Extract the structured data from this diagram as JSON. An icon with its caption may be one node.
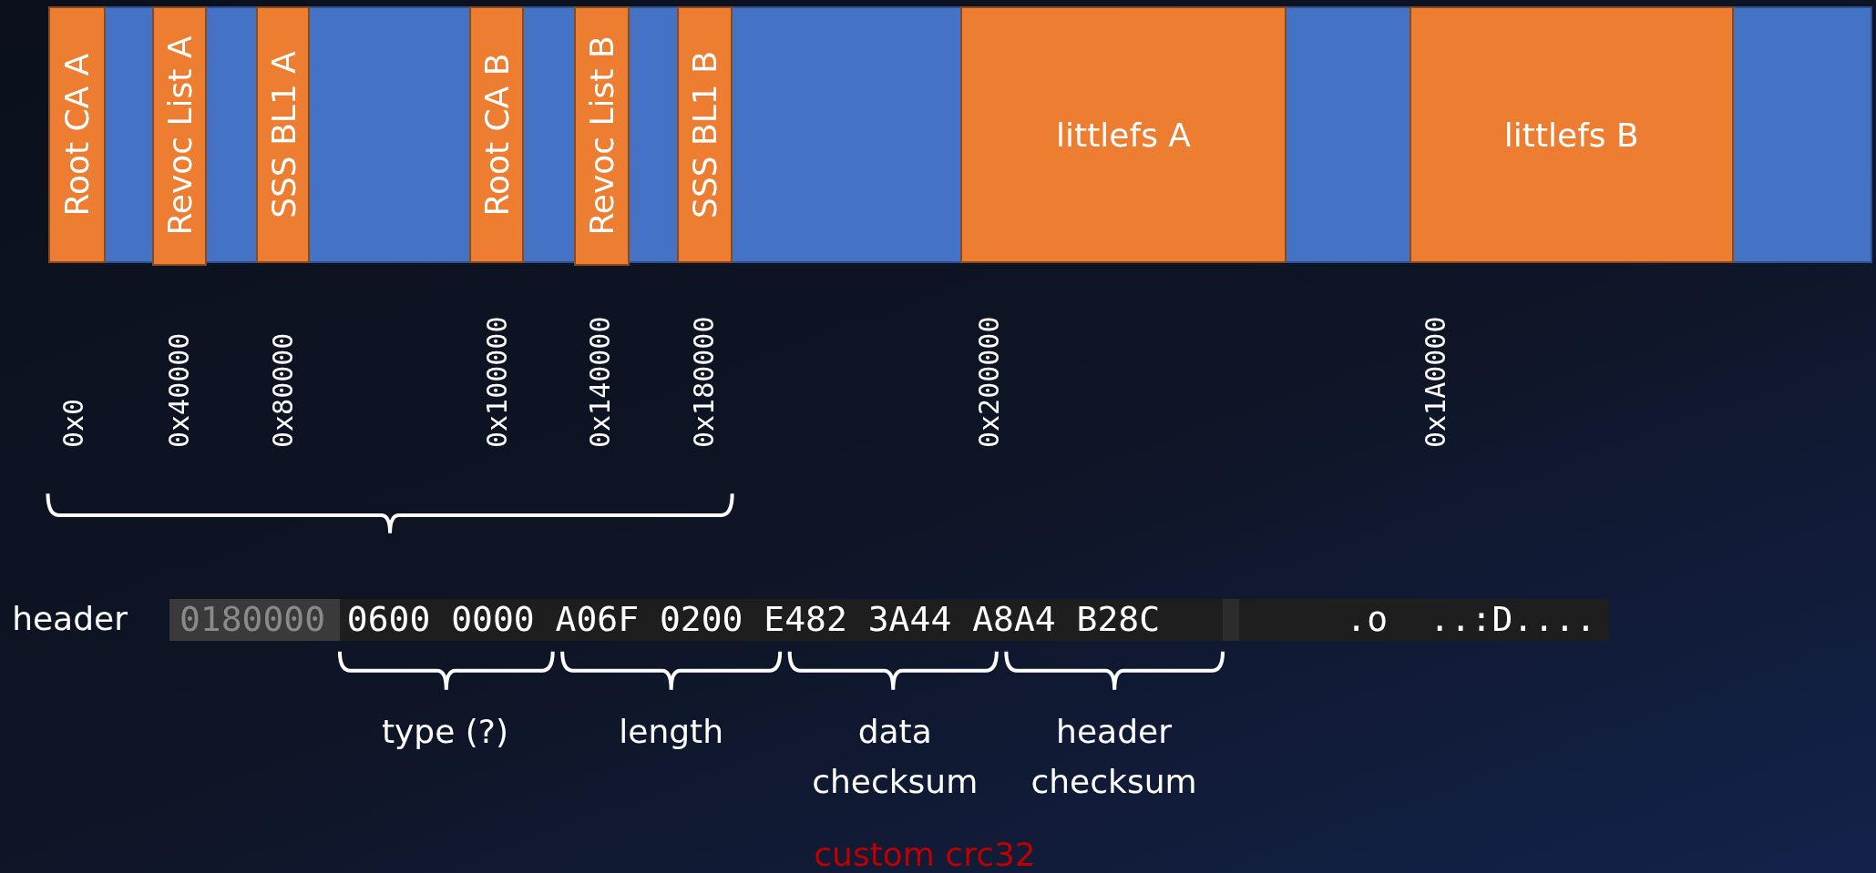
{
  "diagram": {
    "nodes": [
      {
        "text": [
          "Root  CA A"
        ]
      },
      {
        "text": [
          "Revoc List A"
        ]
      },
      {
        "text": [
          "SSS BL1 A"
        ]
      },
      {
        "text": [
          "Root  CA B"
        ]
      },
      {
        "text": [
          "Revoc List B"
        ]
      },
      {
        "text": [
          "SSS BL1 B"
        ]
      },
      {
        "text": [
          "littlefs A"
        ]
      },
      {
        "text": [
          "littlefs B"
        ]
      }
    ],
    "edges": [],
    "labels": [
      "0x0",
      "0x40000",
      "0x80000",
      "0x100000",
      "0x140000",
      "0x180000",
      "0x200000",
      "0x1A0000",
      "header",
      "0180000",
      "0600 0000 A06F 0200 E482 3A44 A8A4 B28C",
      ".o  ..:D....",
      "type (?)",
      "length",
      "data checksum",
      "header checksum",
      "custom crc32"
    ]
  }
}
